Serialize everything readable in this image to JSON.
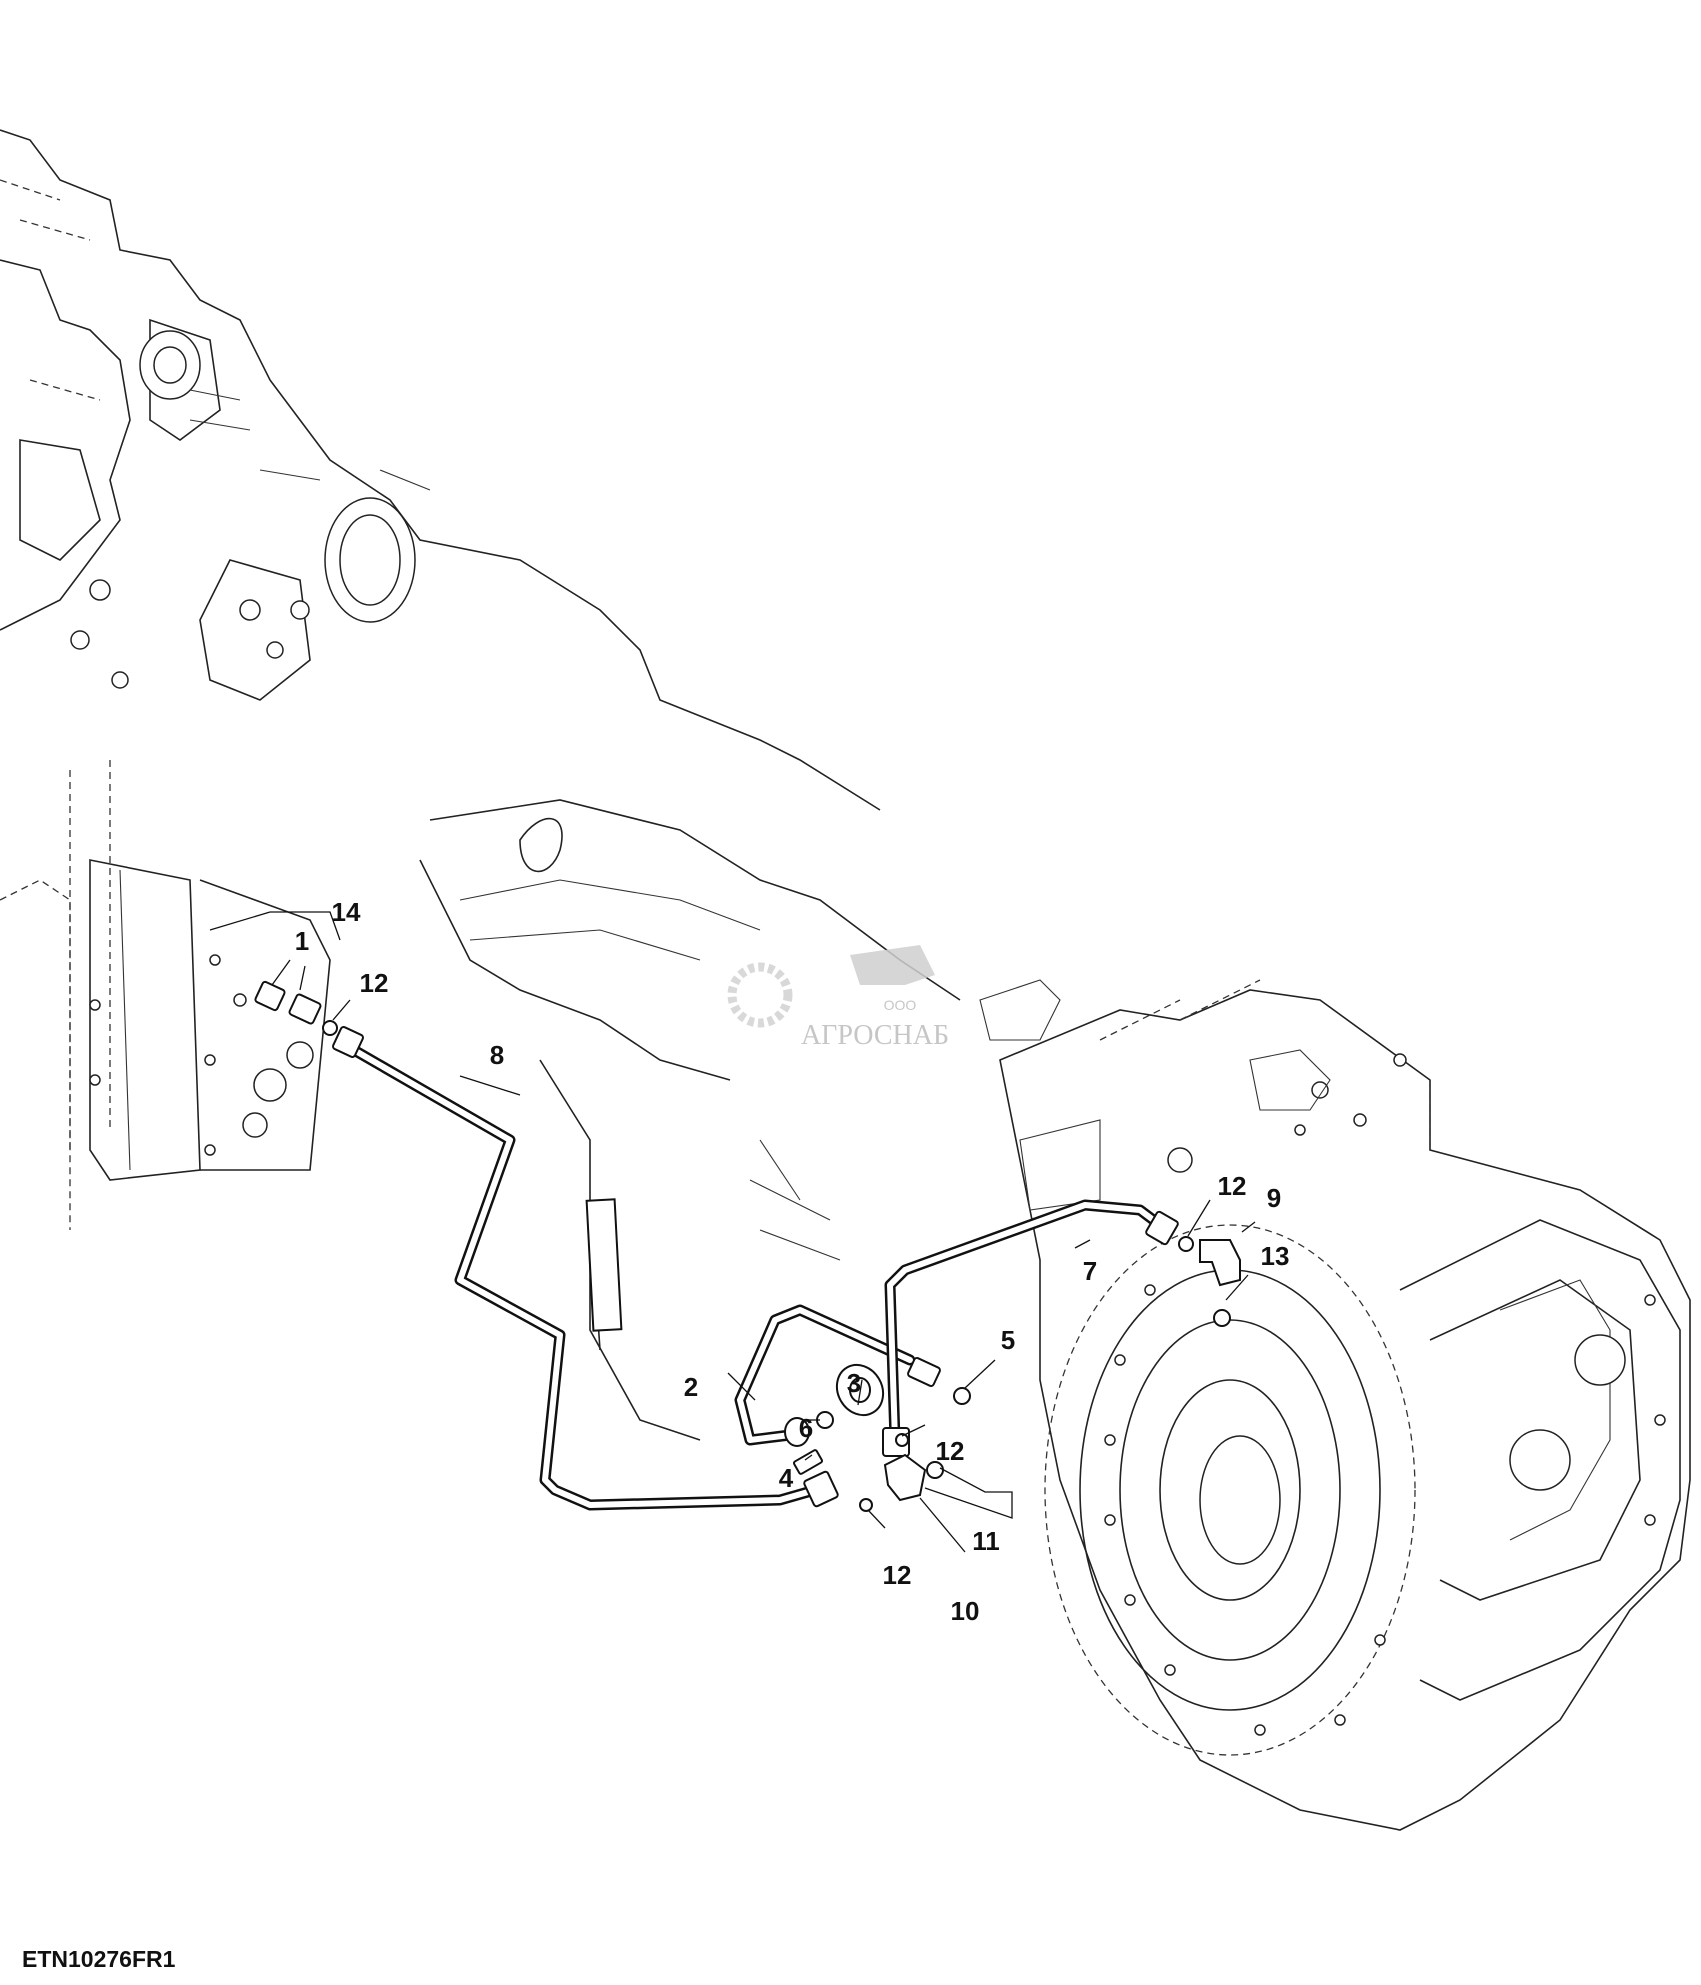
{
  "watermark": {
    "small": "ООО",
    "large": "АГРОСНАБ"
  },
  "reference_code": "ETN10276FR1",
  "callouts": [
    {
      "id": "c14a",
      "text": "14"
    },
    {
      "id": "c1",
      "text": "1"
    },
    {
      "id": "c12a",
      "text": "12"
    },
    {
      "id": "c8",
      "text": "8"
    },
    {
      "id": "c12b",
      "text": "12"
    },
    {
      "id": "c9",
      "text": "9"
    },
    {
      "id": "c13",
      "text": "13"
    },
    {
      "id": "c7",
      "text": "7"
    },
    {
      "id": "c5",
      "text": "5"
    },
    {
      "id": "c6",
      "text": "6"
    },
    {
      "id": "c3",
      "text": "3"
    },
    {
      "id": "c12c",
      "text": "12"
    },
    {
      "id": "c2",
      "text": "2"
    },
    {
      "id": "c4",
      "text": "4"
    },
    {
      "id": "c11",
      "text": "11"
    },
    {
      "id": "c12d",
      "text": "12"
    },
    {
      "id": "c10",
      "text": "10"
    }
  ]
}
